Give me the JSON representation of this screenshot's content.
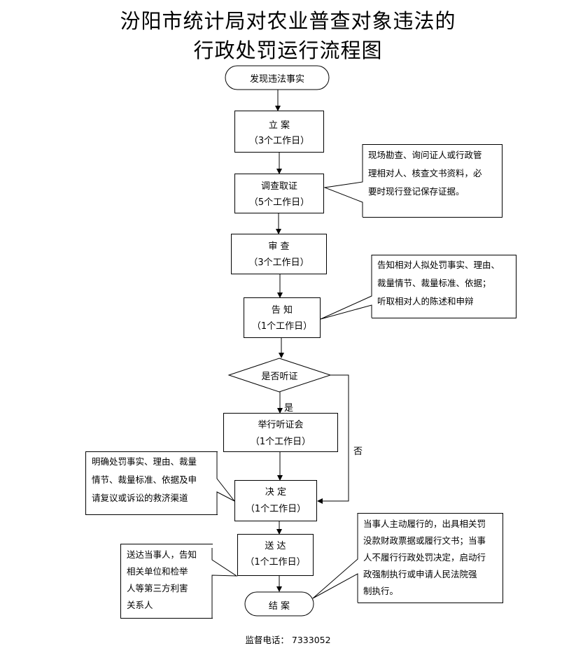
{
  "title": {
    "line1": "汾阳市统计局对农业普查对象违法的",
    "line2": "行政处罚运行流程图"
  },
  "nodes": {
    "start": "发现违法事实",
    "lian": {
      "name": "立  案",
      "days": "（3个工作日）"
    },
    "diaocha": {
      "name": "调查取证",
      "days": "（5个工作日）"
    },
    "shencha": {
      "name": "审  查",
      "days": "（3个工作日）"
    },
    "gaozhi": {
      "name": "告  知",
      "days": "（1个工作日）"
    },
    "decision": "是否听证",
    "tingzheng": {
      "name": "举行听证会",
      "days": "（1个工作日）"
    },
    "jueding": {
      "name": "决  定",
      "days": "（1个工作日）"
    },
    "songda": {
      "name": "送  达",
      "days": "（1个工作日）"
    },
    "end": "结  案"
  },
  "branches": {
    "yes": "是",
    "no": "否"
  },
  "notes": {
    "diaocha": [
      "现场勘查、询问证人或行政管",
      "理相对人、核查文书资料，必",
      "要时现行登记保存证据。"
    ],
    "gaozhi": [
      "告知相对人拟处罚事实、理由、",
      "裁量情节、裁量标准、依据；",
      "听取相对人的陈述和申辩"
    ],
    "jueding": [
      "明确处罚事实、理由、裁量",
      "情节、裁量标准、依据及申",
      "请复议或诉讼的救济渠道"
    ],
    "songda": [
      "送达当事人，告知",
      "相关单位和检举",
      "人等第三方利害",
      "关系人"
    ],
    "end": [
      "当事人主动履行的，出具相关罚",
      "没款财政票据或履行文书；当事",
      "人不履行行政处罚决定，启动行",
      "政强制执行或申请人民法院强",
      "制执行。"
    ]
  },
  "footer": "监督电话：  7333052"
}
